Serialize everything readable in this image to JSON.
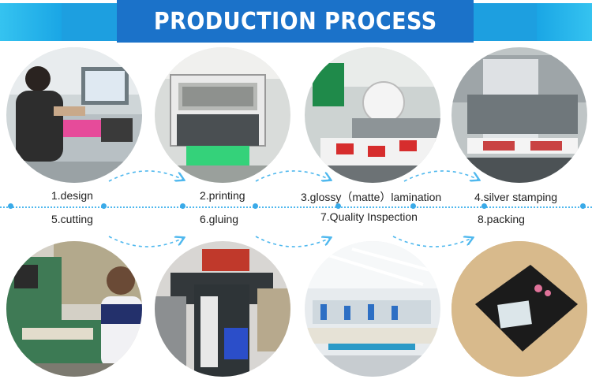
{
  "header": {
    "title": "PRODUCTION PROCESS",
    "colors": {
      "title_bg": "#1b72c9",
      "band": "#1d9fe0",
      "band_light": "#35c3f0"
    }
  },
  "steps": [
    {
      "label": "1.design"
    },
    {
      "label": "2.printing"
    },
    {
      "label": "3.glossy（matte）lamination"
    },
    {
      "label": "4.silver stamping"
    },
    {
      "label": "5.cutting"
    },
    {
      "label": "6.gluing"
    },
    {
      "label": "7.Quality Inspection"
    },
    {
      "label": "8.packing"
    }
  ],
  "accent_color": "#3aaae8"
}
